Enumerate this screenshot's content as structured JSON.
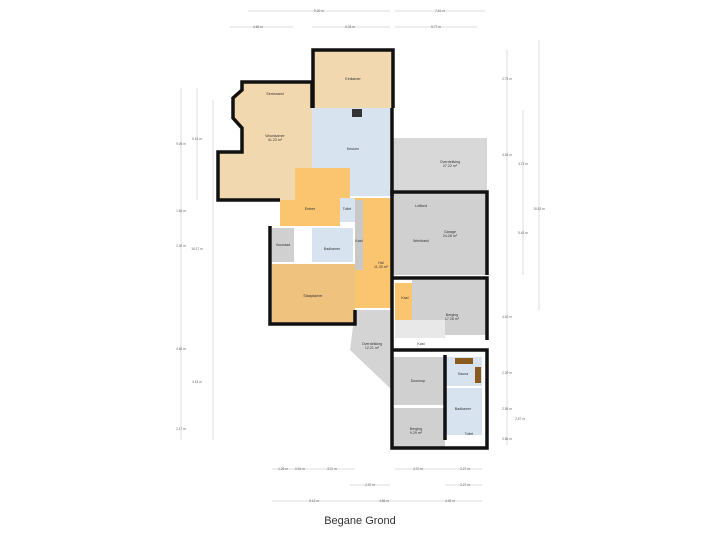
{
  "floor_title": "Begane Grond",
  "colors": {
    "living": "#f2d8ae",
    "orange": "#fbc46f",
    "bedroom": "#efc27e",
    "wet": "#d7e3ef",
    "storage": "#d0d0d0",
    "wall": "#111111"
  },
  "rooms": {
    "eetkamer": "Eetkamer",
    "serre": "Serrewand",
    "woonkamer": "Woonkamer",
    "woonkamer_area": "41.23 m²",
    "keuken": "Keuken",
    "entree": "Entree",
    "toilet1": "Toilet",
    "badkamer1": "Badkamer",
    "voorraad": "Voorraad",
    "slaapkamer": "Slaapkamer",
    "kast1": "Kast",
    "hal": "Hal",
    "hal_area": "11.30 m²",
    "overdekking1": "Overdekking",
    "overdekking1_area": "27.22 m²",
    "garage": "Garage",
    "garage_area": "24.28 m²",
    "loftbed": "Loftbed",
    "werkbank": "Werkbank",
    "kast2": "Kast",
    "berging1": "Berging",
    "berging1_area": "17.26 m²",
    "kast3": "Kast",
    "overdekking2": "Overdekking",
    "overdekking2_area": "12.21 m²",
    "doorloop": "Doorloop",
    "sauna": "Sauna",
    "badkamer2": "Badkamer",
    "berging2": "Berging",
    "berging2_area": "9.29 m²",
    "toilet2": "Toilet"
  },
  "dimensions": {
    "top": [
      "9.20 m",
      "7.61 m",
      "4.66 m",
      "6.03 m",
      "5.77 m"
    ],
    "bottom": [
      "1.26 m",
      "0.91 m",
      "3.07 m",
      "3.70 m",
      "2.27 m",
      "2.37 m",
      "2.27 m",
      "5.14 m",
      "4.66 m",
      "4.45 m"
    ],
    "left": [
      "5.15 m",
      "9.05 m",
      "1.65 m",
      "2.32 m",
      "16.17 m",
      "4.66 m",
      "3.18 m",
      "2.17 m"
    ],
    "right": [
      "2.75 m",
      "3.53 m",
      "3.73 m",
      "15.53 m",
      "5.43 m",
      "4.40 m",
      "2.09 m",
      "2.55 m",
      "2.57 m",
      "0.86 m"
    ]
  }
}
